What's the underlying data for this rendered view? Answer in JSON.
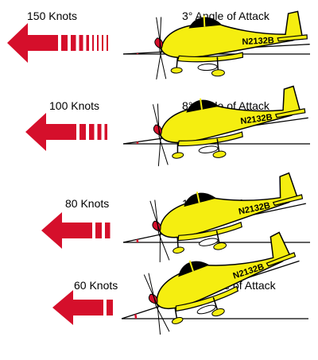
{
  "panels": [
    {
      "speed_label": "150 Knots",
      "aoa_label": "3° Angle of Attack",
      "tail_number": "N2132B",
      "pitch_deg": 3
    },
    {
      "speed_label": "100 Knots",
      "aoa_label": "8° Angle of Attack",
      "tail_number": "N2132B",
      "pitch_deg": 8
    },
    {
      "speed_label": "80 Knots",
      "aoa_label": "12° Angle of Attack",
      "tail_number": "N2132B",
      "pitch_deg": 12
    },
    {
      "speed_label": "60 Knots",
      "aoa_label": "18° Angle of Attack",
      "tail_number": "N2132B",
      "pitch_deg": 18
    }
  ],
  "colors": {
    "arrow": "#d50f2b",
    "airplane": "#f5ee10",
    "outline": "#000000",
    "aoa_marker": "#d50f2b"
  },
  "icons": {
    "wind_arrow": "red-relative-wind-arrow",
    "airplane": "low-wing-airplane-side-view"
  }
}
